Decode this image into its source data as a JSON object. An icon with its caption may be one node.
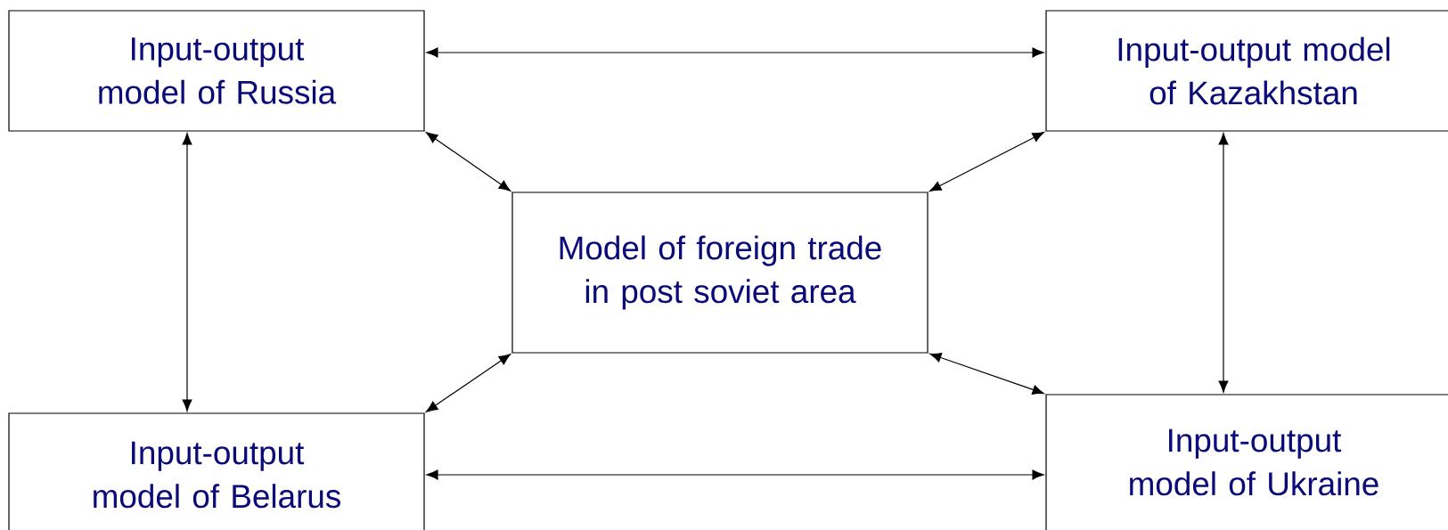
{
  "diagram": {
    "nodes": [
      {
        "text": [
          "Input-output model of Russia"
        ]
      },
      {
        "text": [
          "Input-output model of Kazakhstan"
        ]
      },
      {
        "text": [
          "Model of foreign trade in post soviet area"
        ]
      },
      {
        "text": [
          "Input-output model of Belarus"
        ]
      },
      {
        "text": [
          "Input-output model of Ukraine"
        ]
      }
    ],
    "edges": [
      {
        "from": 0,
        "to": 1,
        "arrow": "both"
      },
      {
        "from": 0,
        "to": 2,
        "arrow": "both"
      },
      {
        "from": 1,
        "to": 2,
        "arrow": "both"
      },
      {
        "from": 0,
        "to": 3,
        "arrow": "both"
      },
      {
        "from": 1,
        "to": 4,
        "arrow": "both"
      },
      {
        "from": 3,
        "to": 2,
        "arrow": "both"
      },
      {
        "from": 4,
        "to": 2,
        "arrow": "both"
      },
      {
        "from": 3,
        "to": 4,
        "arrow": "both"
      }
    ]
  }
}
